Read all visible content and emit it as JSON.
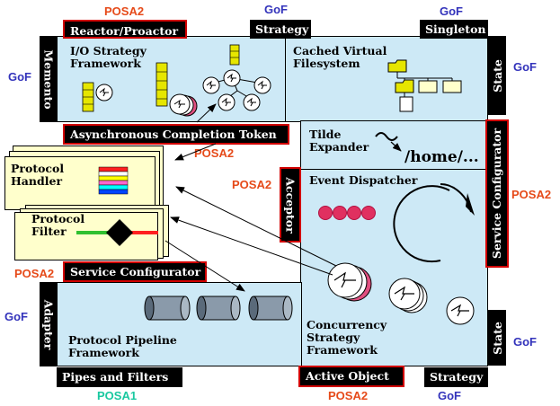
{
  "panels": {
    "io_strategy": "I/O Strategy\nFramework",
    "cached_fs": "Cached Virtual\nFilesystem",
    "tilde_expander": "Tilde\nExpander",
    "tilde_path": "/home/...",
    "event_dispatcher": "Event Dispatcher",
    "concurrency": "Concurrency\nStrategy\nFramework",
    "pipeline": "Protocol Pipeline\nFramework"
  },
  "cards": {
    "handler": "Protocol\nHandler",
    "filter": "Protocol\nFilter"
  },
  "patterns": {
    "reactor_proactor": "Reactor/Proactor",
    "strategy_top": "Strategy",
    "singleton": "Singleton",
    "memento": "Memento",
    "state_top": "State",
    "act": "Asynchronous Completion Token",
    "service_configurator_right": "Service Configurator",
    "acceptor": "Acceptor",
    "service_configurator_left": "Service Configurator",
    "adapter": "Adapter",
    "state_bottom": "State",
    "pipes_filters": "Pipes and Filters",
    "active_object": "Active Object",
    "strategy_bottom": "Strategy"
  },
  "tags": {
    "posa2": "POSA2",
    "gof": "GoF",
    "posa1": "POSA1"
  },
  "colors": {
    "panel": "#cde9f6",
    "card": "#ffffcc",
    "gof": "#3333bb",
    "posa2": "#e64a19",
    "posa1": "#19c8a0",
    "highlight_border": "#d10000"
  }
}
